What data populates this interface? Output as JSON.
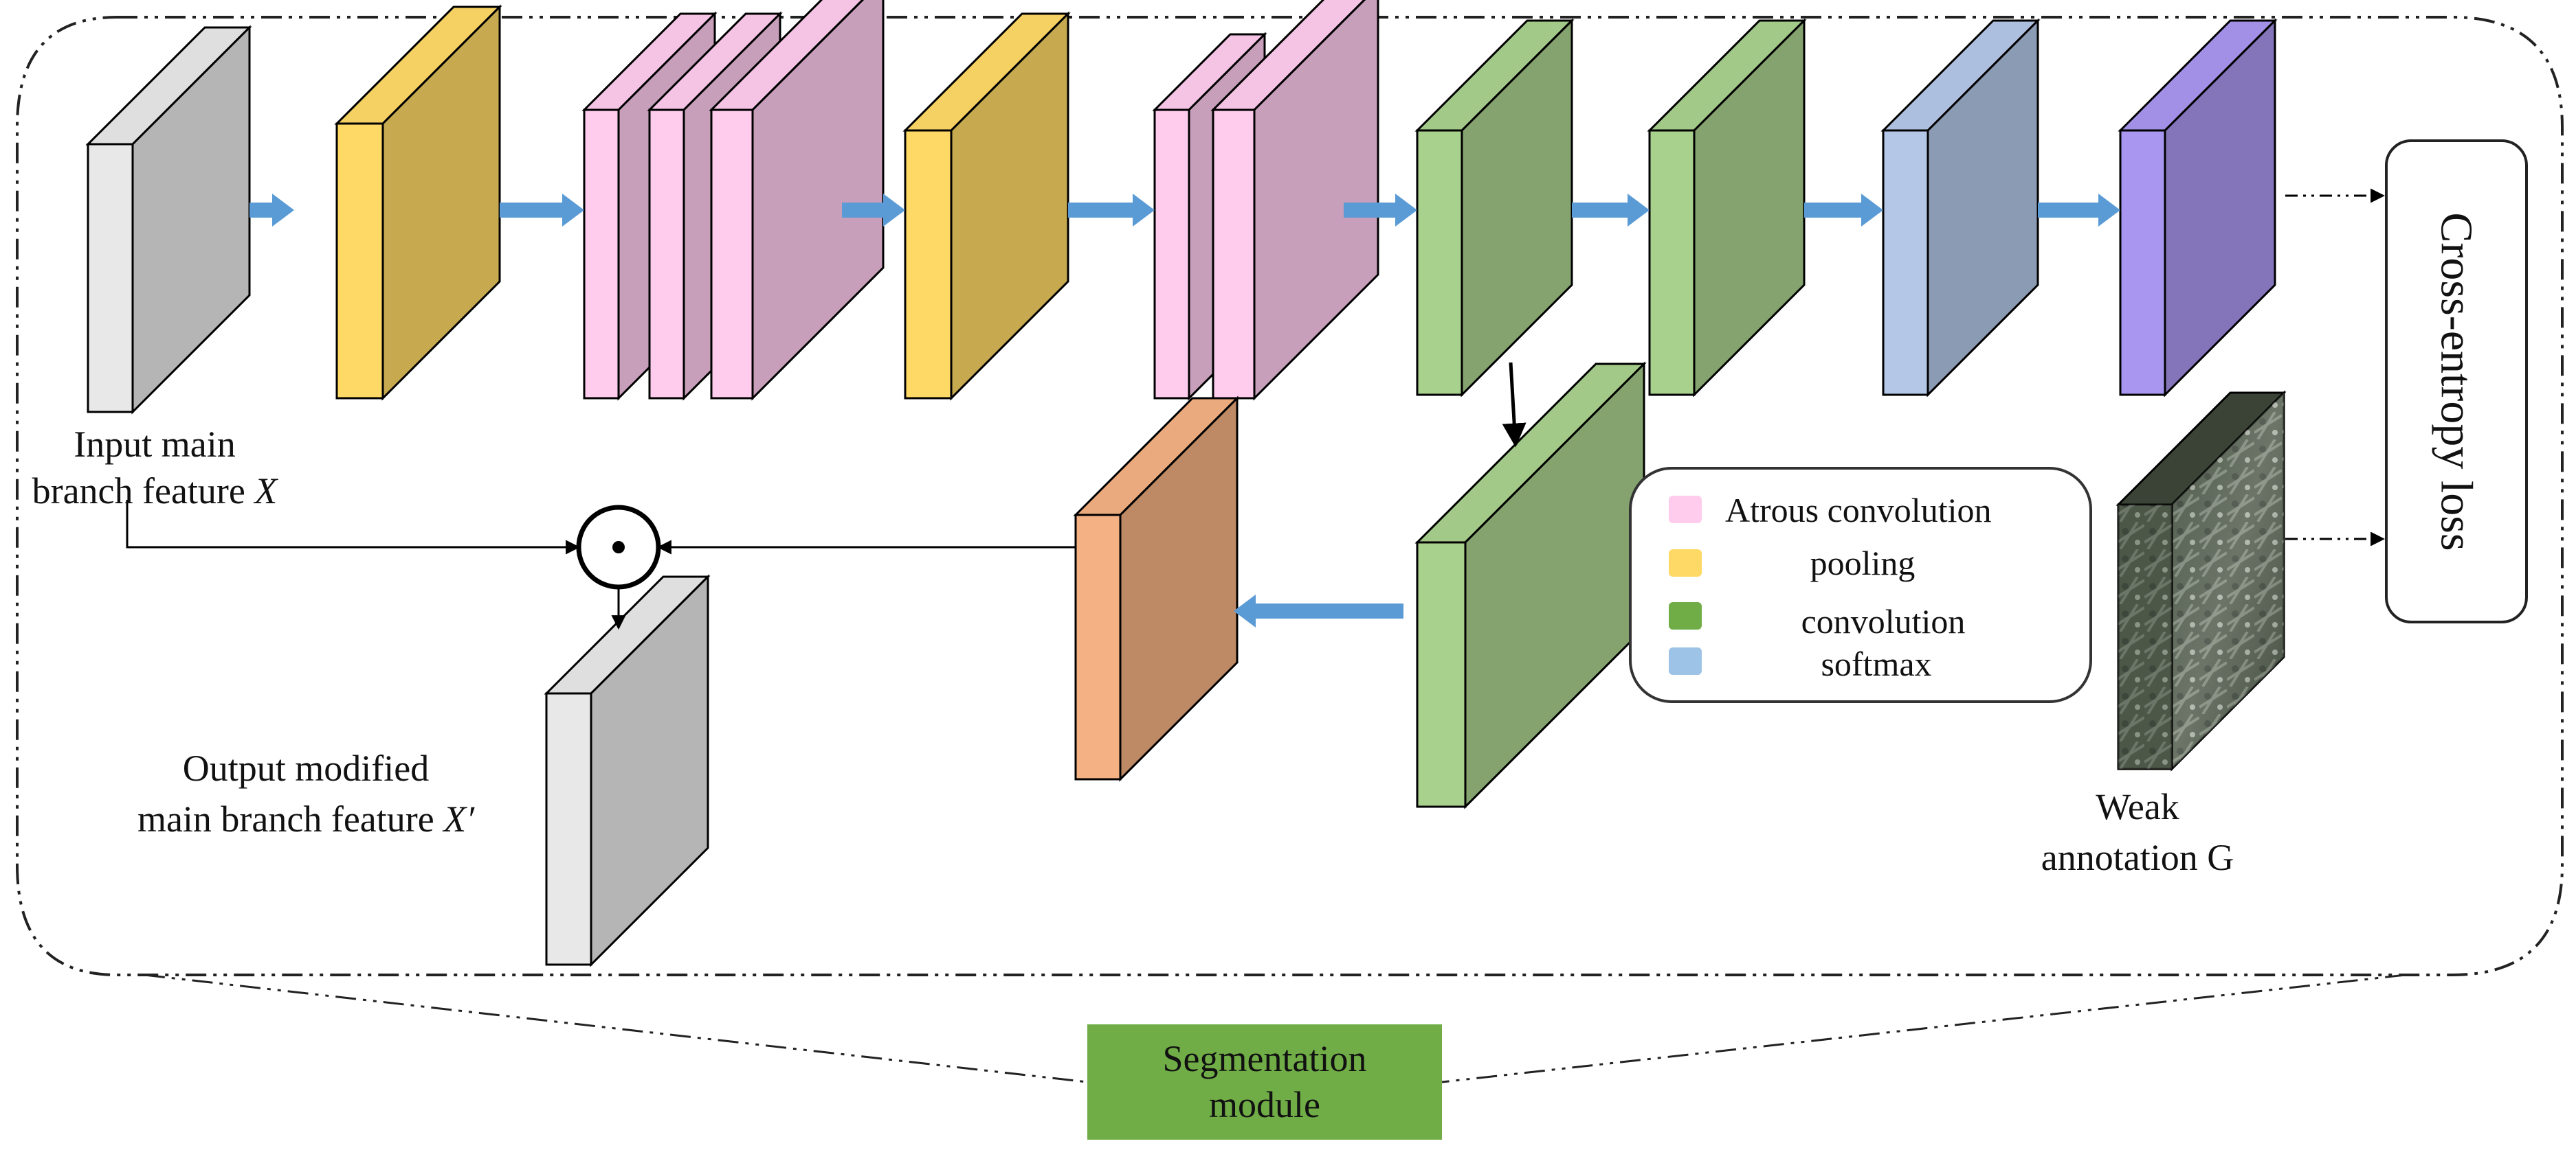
{
  "labels": {
    "input_line1": "Input main",
    "input_line2": "branch feature",
    "input_symbol": "X",
    "output_line1": "Output modified",
    "output_line2": "main branch feature",
    "output_symbol": "X′",
    "weak_line1": "Weak",
    "weak_line2": "annotation G",
    "cross_entropy": "Cross-entropy loss",
    "segmentation_line1": "Segmentation",
    "segmentation_line2": "module",
    "elementwise_operator": "•"
  },
  "legend": [
    {
      "label": "Atrous convolution",
      "color": "#ffccee"
    },
    {
      "label": "pooling",
      "color": "#ffd966"
    },
    {
      "label": "convolution",
      "color": "#70ad47"
    },
    {
      "label": "softmax",
      "color": "#9dc3e6"
    }
  ],
  "colors": {
    "input_feature": "#e8e8e8",
    "pooling": "#ffd966",
    "atrous_convolution": "#ffccee",
    "convolution": "#a9d18e",
    "softmax": "#b4c7e7",
    "output_layer": "#a996f0",
    "upsample": "#f4b183",
    "arrow": "#5b9bd5",
    "segmentation_box": "#70ad47"
  },
  "icons": [
    "dot-product-operator-icon",
    "satellite-image-thumbnail-icon"
  ]
}
